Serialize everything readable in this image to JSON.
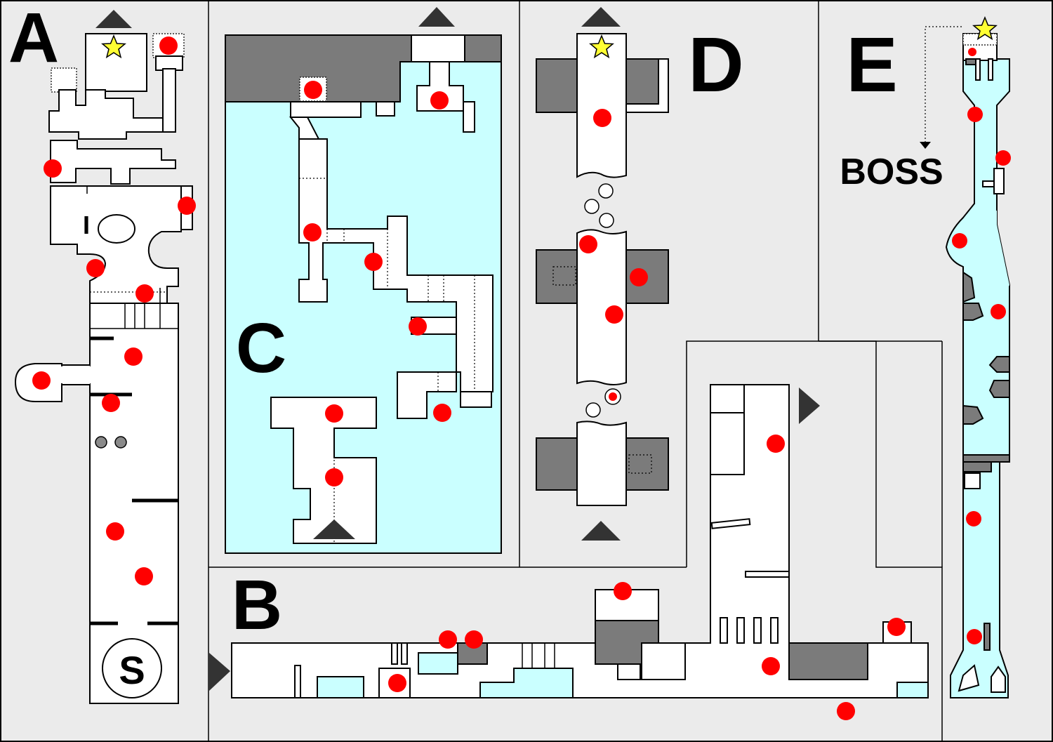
{
  "map": {
    "zones": [
      {
        "id": "A",
        "label": "A"
      },
      {
        "id": "B",
        "label": "B"
      },
      {
        "id": "C",
        "label": "C"
      },
      {
        "id": "D",
        "label": "D"
      },
      {
        "id": "E",
        "label": "E"
      }
    ],
    "boss_label": "BOSS",
    "start_label": "S",
    "info_label": "I",
    "legend_icons": {
      "item": "red-dot-icon",
      "goal": "yellow-star-icon",
      "exit": "triangle-arrow-icon",
      "bubble": "bubble-icon"
    },
    "colors": {
      "background": "#ebebeb",
      "room": "#ffffff",
      "water": "#caffff",
      "rock": "#7b7b7b",
      "item": "#ff0000",
      "star": "#ffff33",
      "arrow": "#333333"
    }
  }
}
